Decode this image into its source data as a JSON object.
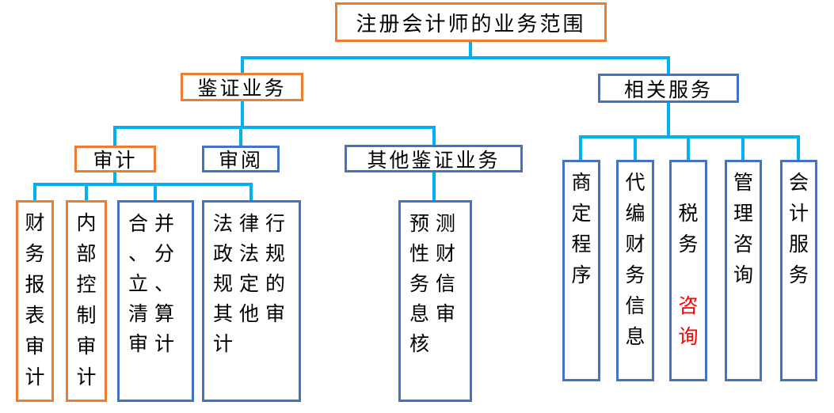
{
  "diagram_title": "注册会计师的业务范围",
  "colors": {
    "orange": "#ED7D31",
    "blue": "#4472C4",
    "line": "#00B0F0",
    "red": "#FF0000",
    "text": "#000000"
  },
  "nodes": {
    "root": {
      "label": "注册会计师的业务范围"
    },
    "assurance": {
      "label": "鉴证业务"
    },
    "related_services": {
      "label": "相关服务"
    },
    "audit": {
      "label": "审计"
    },
    "review": {
      "label": "审阅"
    },
    "other_assurance": {
      "label": "其他鉴证业务"
    },
    "financial_statement_audit": {
      "label": "财\n务\n报\n表\n审\n计"
    },
    "internal_control_audit": {
      "label": "内\n部\n控\n制\n审\n计"
    },
    "merger_division_liquidation_audit": {
      "label": "合并\n、分\n立、\n清算\n审计"
    },
    "laws_regulations_other_audit": {
      "label": "法律行\n政法规\n规定的\n其他审\n计"
    },
    "forecast_financial_info_review": {
      "label": "预测\n性财\n务信\n息审\n核"
    },
    "agreed_procedures": {
      "label": "商\n定\n程\n序"
    },
    "compile_financial_info": {
      "label": "代\n编\n财\n务\n信\n息"
    },
    "tax_consulting": {
      "black": "税\n务",
      "red": "咨\n询"
    },
    "management_consulting": {
      "label": "管\n理\n咨\n询"
    },
    "accounting_services": {
      "label": "会\n计\n服\n务"
    }
  }
}
